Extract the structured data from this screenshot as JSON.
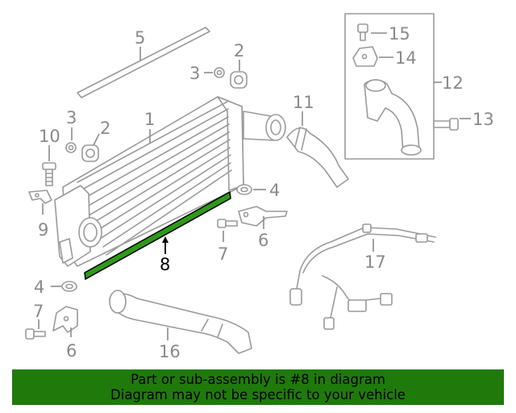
{
  "colors": {
    "highlight_part": "#2e9a18",
    "banner_background": "#1f7a0b",
    "part_stroke": "#9a9a9a",
    "callout_gray": "#8a8a8a"
  },
  "callouts": {
    "c1": "1",
    "c2a": "2",
    "c2b": "2",
    "c3a": "3",
    "c3b": "3",
    "c4a": "4",
    "c4b": "4",
    "c5": "5",
    "c6a": "6",
    "c6b": "6",
    "c7a": "7",
    "c7b": "7",
    "c8": "8",
    "c9": "9",
    "c10": "10",
    "c11": "11",
    "c12": "12",
    "c13": "13",
    "c14": "14",
    "c15": "15",
    "c16": "16",
    "c17": "17"
  },
  "highlighted_callout": "8",
  "banner": {
    "line1": "Part or sub-assembly is #8 in diagram",
    "line2": "Diagram may not be specific to your vehicle"
  }
}
